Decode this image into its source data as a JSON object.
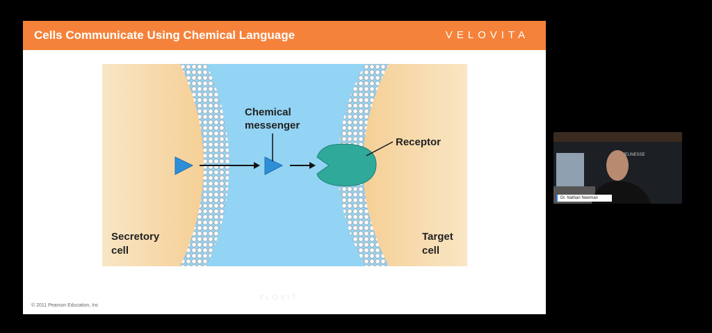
{
  "slide": {
    "title": "Cells Communicate Using Chemical Language",
    "logo": "VELOVITA",
    "credit": "© 2011 Pearson Education, Inc",
    "watermark": "#LOVIT",
    "accent_color": "#F5823A"
  },
  "diagram": {
    "labels": {
      "messenger_line1": "Chemical",
      "messenger_line2": "messenger",
      "receptor": "Receptor",
      "secretory_line1": "Secretory",
      "secretory_line2": "cell",
      "target_line1": "Target",
      "target_line2": "cell"
    },
    "colors": {
      "cell": "#F7DDB3",
      "extracellular": "#93D3F3",
      "receptor": "#2FA99A",
      "messenger": "#2E8FD8"
    }
  },
  "video": {
    "participant_name": "Dr. Nathan Newman",
    "background_brand": "JEUNESSE"
  }
}
